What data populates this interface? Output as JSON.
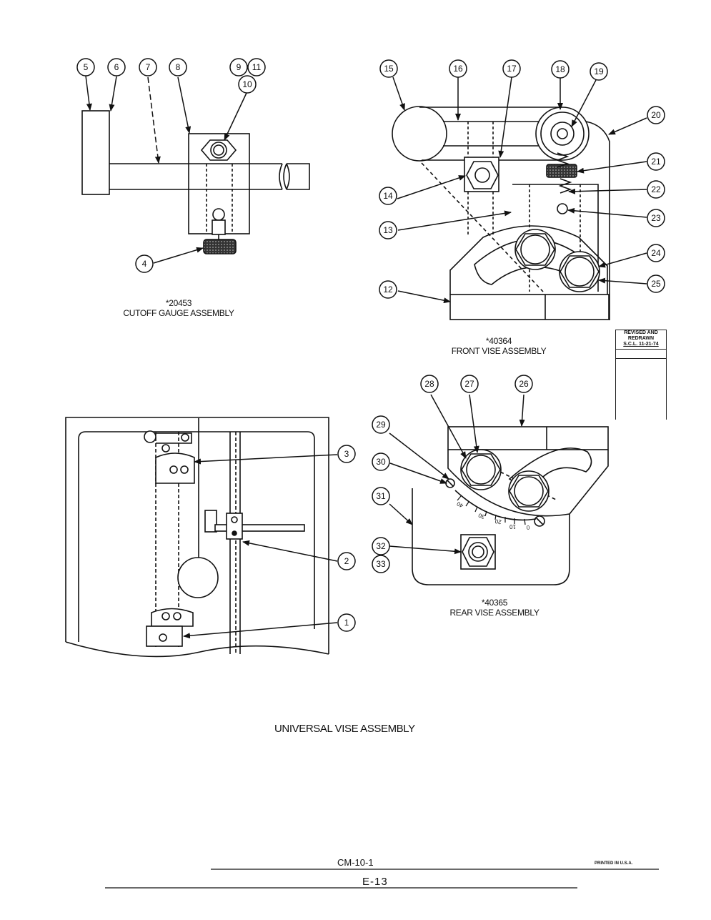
{
  "callouts": {
    "c1": "1",
    "c2": "2",
    "c3": "3",
    "c4": "4",
    "c5": "5",
    "c6": "6",
    "c7": "7",
    "c8": "8",
    "c9": "9",
    "c10": "10",
    "c11": "11",
    "c12": "12",
    "c13": "13",
    "c14": "14",
    "c15": "15",
    "c16": "16",
    "c17": "17",
    "c18": "18",
    "c19": "19",
    "c20": "20",
    "c21": "21",
    "c22": "22",
    "c23": "23",
    "c24": "24",
    "c25": "25",
    "c26": "26",
    "c27": "27",
    "c28": "28",
    "c29": "29",
    "c30": "30",
    "c31": "31",
    "c32": "32",
    "c33": "33"
  },
  "cutoff_gauge": {
    "number": "*20453",
    "name": "CUTOFF GAUGE ASSEMBLY"
  },
  "front_vise": {
    "number": "*40364",
    "name": "FRONT VISE ASSEMBLY"
  },
  "rear_vise": {
    "number": "*40365",
    "name": "REAR VISE ASSEMBLY",
    "scale_ticks": [
      "40",
      "30",
      "20",
      "10",
      "0"
    ]
  },
  "revision_stamp": {
    "line1": "REVISED AND",
    "line2": "REDRAWN",
    "line3": "S.C.L. 11-21-74"
  },
  "main_title": "UNIVERSAL VISE ASSEMBLY",
  "footer": {
    "doc_code": "CM-10-1",
    "page": "E-13",
    "printed": "PRINTED IN U.S.A."
  }
}
